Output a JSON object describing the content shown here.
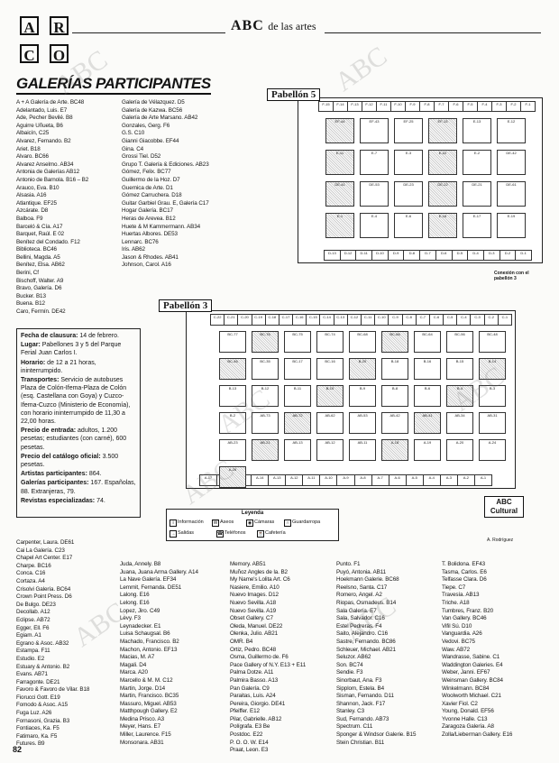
{
  "header": {
    "logo_letters": [
      "A",
      "R",
      "C",
      "O"
    ],
    "publication_title": "ABC",
    "section": "de las artes"
  },
  "gallery_section": {
    "title": "GALERÍAS PARTICIPANTES",
    "col1": [
      "A + A Galería de Arte. BC48",
      "Adelantado, Luis. E7",
      "Ade, Pecher Bevilé. B8",
      "Aguirre Uñueta, B6",
      "Albaicín, C25",
      "Alvarez, Fernando. B2",
      "Ariet. B18",
      "Alvaro. BC66",
      "Alvarez Anselmo. AB34",
      "Antonia de Galerías AB12",
      "Antonio de Barnola. B16 – B2",
      "Arauco, Eva. B10",
      "Alsasia. A16",
      "Atlantique. EF25",
      "Azcárate. D8",
      "Balboa. F9",
      "Barceló & Cía. A17",
      "Barquet, Raúl. E 02",
      "Benítez del Condado. F12",
      "Biblioteca. BC46",
      "Bellini, Magda. A5",
      "Benítez, Elsa. AB62",
      "Berini, Cf",
      "Bischoff, Walter. A9",
      "Bravo, Galería. D6",
      "Bucker. B13",
      "Buena. B12",
      "Caro, Fermín. DE42"
    ],
    "col2": [
      "Galería de Vélazquez. D5",
      "Galería de Kazwa. BC56",
      "Galería de Arte Marsano. AB42",
      "Gonzales, Gerg. F6",
      "G.S. C10",
      "Gianni Giacobbe. EF44",
      "Gina. C4",
      "Grossi Tiel. D52",
      "Grupo T. Galería & Ediciones. AB23",
      "Gómez, Felix. BC77",
      "Guillermo de la Hoz. D7",
      "Guernica de Arte. D1",
      "Gómez Carruchera. D18",
      "Guitar Garbiel Grau. E, Galería C17",
      "Hogar Galería. BC17",
      "Heras de Arevea. B12",
      "Huete & M Kammermann. AB34",
      "Huertas Albores. DE53",
      "Lennarc. BC76",
      "Iris. AB62",
      "Jason & Rhodes. AB41",
      "Johnson, Carol. A16"
    ],
    "col_bottom_1": [
      "Carpenter, Laura. DE61",
      "Cai La Galería. C23",
      "Chapel Art Center. E17",
      "Charpe. BC16",
      "Conca. C16",
      "Cortaza. A4",
      "Crisolvi Galería. BC64",
      "Crown Point Press. D6",
      "De Bulgo. DE23",
      "Decollab. A12",
      "Eclipse. AB72",
      "Egger, Ell. F6",
      "Egiam. A1",
      "Egrano & Asoc. AB32",
      "Estampa. F11",
      "Estudio. E2",
      "Estuary & Antonio. B2",
      "Evans. AB71",
      "Farragonte. DE21",
      "Favoro & Favoro de Vilar. B18",
      "Fiorucci Gott. E19",
      "Fomodo & Asoc. A15",
      "Fuga Luz. A26",
      "Fornasoni, Grazia. B3",
      "Fontiaces, Ka. F5",
      "Fatimaro, Ka. F5",
      "Futures. B9"
    ],
    "col_bottom_2": [
      "Juda, Annely. B8",
      "Juana, Juana Arma Gallery. A14",
      "La Nave Galería. EF34",
      "Lemmit, Fernanda. DE51",
      "Lalong. E16",
      "Lelong. E16",
      "Lopez, Jiro. C49",
      "Levy. F3",
      "Leynadecker. E1",
      "Luisa Schaugsal. B6",
      "Machado, Francisco. B2",
      "Machon, Antonio. EF13",
      "Macias, M. A7",
      "Magali. D4",
      "Marca. A20",
      "Marcello & M. M. C12",
      "Martin, Jorge. D14",
      "Martin, Francisco. BC35",
      "Massuro, Miguel. AB53",
      "Matthpough Gallery. E2",
      "Medina Prisco. A3",
      "Meyer, Hans. E7",
      "Miller, Laurence. F15",
      "Monsonara. AB31"
    ],
    "col_bottom_3": [
      "Memory. AB51",
      "Muñoz Angles de la. B2",
      "My Name's Lolita Art. C6",
      "Nasiere, Emilio. A10",
      "Nuevo Images. D12",
      "Nuevo Sevilla. A18",
      "Nuevo Sevilla. A19",
      "Obset Gallery. C7",
      "Oleda, Manuel. DE22",
      "Olenka, Julio. AB21",
      "OMR. B4",
      "Ortiz, Pedro. BC48",
      "Osma, Guillermo de. F6",
      "Pace Gallery of N.Y. E13 + E11",
      "Palma Dotze. A11",
      "Palmira Basso. A13",
      "Pan Galería. C9",
      "Paraitas, Luis. A24",
      "Pereira, Giorgio. DE41",
      "Pfeiffer. E12",
      "Pilar, Gabrielle. AB12",
      "Polígrafa. E3 Be",
      "Postdoc. E22",
      "P. O. O. W. E14",
      "Praat, Leon. E3"
    ],
    "col_bottom_4": [
      "Punto. F1",
      "Puyó, Antonia. AB11",
      "Hoekmann Galerie. BC68",
      "Reelsno, Santa. C17",
      "Romero, Angel. A2",
      "Riopas, Osmadeus. B14",
      "Sala Galería. E7",
      "Sala, Salvador. C16",
      "Estel Pedreras. F4",
      "Saito, Alejandro. C16",
      "Sastre, Fernando. BC86",
      "Schleuer, Michael. AB21",
      "Seluzor. AB62",
      "Son. BC74",
      "Sendie. F3",
      "Sinorbaut, Ana. F3",
      "Sipplom, Estela. B4",
      "Sisman, Fernando. D11",
      "Shannon, Jack. F17",
      "Stanley. C3",
      "Sud, Fernando. AB73",
      "Spectrum. C11",
      "Sponger & Windsor Galerie. B15",
      "Stein Christian. B11"
    ],
    "col_bottom_5": [
      "T. Bolidona. EF43",
      "Tasma, Carlos. E6",
      "Telfasse Clara. D6",
      "Tiepe. C7",
      "Travesía. AB13",
      "Triche. A18",
      "Tumbres, Franz. B20",
      "Van Gallery. BC46",
      "Vifil Sú. D10",
      "Vanguardia. A26",
      "Vedovi. BC75",
      "Waw. AB72",
      "Wandrasse, Sabine. C1",
      "Waddington Galeries. E4",
      "Weber, Janni. EF67",
      "Weinsman Gallery. BC84",
      "Winkelmann. BC84",
      "Woolworth Michael. C21",
      "Xavier Fiol. C2",
      "Young, Donald. EF56",
      "Yvonne Halle. C13",
      "Zaragoza Galería. A8",
      "Zolla/Lieberman Gallery. E16"
    ]
  },
  "info": {
    "items": [
      {
        "label": "Fecha de clausura:",
        "value": "14 de febrero."
      },
      {
        "label": "Lugar:",
        "value": "Pabellones 3 y 5 del Parque Ferial Juan Carlos I."
      },
      {
        "label": "Horario:",
        "value": "de 12 a 21 horas, ininterrumpido."
      },
      {
        "label": "Transportes:",
        "value": "Servicio de autobuses Plaza de Colón-Ifema-Plaza de Colón (esq. Castellana con Goya) y Cuzco-Ifema-Cuzco (Ministerio de Economía), con horario ininterrumpido de 11,30 a 22,00 horas."
      },
      {
        "label": "Precio de entrada:",
        "value": "adultos, 1.200 pesetas; estudiantes (con carné), 600 pesetas."
      },
      {
        "label": "Precio del catálogo oficial:",
        "value": "3.500 pesetas."
      },
      {
        "label": "Artistas participantes:",
        "value": "864."
      },
      {
        "label": "Galerías participantes:",
        "value": "167. Españolas, 88. Extranjeras, 79."
      },
      {
        "label": "Revistas especializadas:",
        "value": "74."
      }
    ]
  },
  "plan": {
    "pabellon5_label": "Pabellón 5",
    "pabellon3_label": "Pabellón 3",
    "abc_cultural": "ABC Cultural",
    "side_note": "Conexión con el pabellón 3",
    "credit": "A. Rodríguez",
    "legend": {
      "title": "Leyenda",
      "items": [
        "Información",
        "Aseos",
        "Cámaras",
        "Guardarropa",
        "Salidas",
        "Teléfonos",
        "Cafetería"
      ]
    },
    "p5_row_top": [
      "F-15",
      "F-14",
      "F-13",
      "F-12",
      "F-11",
      "F-10",
      "F-9",
      "F-8",
      "F-7",
      "F-6",
      "F-5",
      "F-4",
      "F-3",
      "F-2",
      "F-1"
    ],
    "p5_row_bottom": [
      "D-13",
      "D-12",
      "D-11",
      "D-10",
      "D-9",
      "D-8",
      "D-7",
      "D-6",
      "D-5",
      "D-4",
      "D-3",
      "D-2",
      "D-1"
    ],
    "p3_row_top": [
      "C-22",
      "C-21",
      "C-20",
      "C-19",
      "C-18",
      "C-17",
      "C-16",
      "C-15",
      "C-14",
      "C-13",
      "C-12",
      "C-11",
      "C-10",
      "C-9",
      "C-8",
      "C-7",
      "C-6",
      "C-5",
      "C-4",
      "C-3",
      "C-2",
      "C-1"
    ],
    "p3_row_bottom": [
      "A-17",
      "A-16",
      "A-15",
      "A-14",
      "A-13",
      "A-12",
      "A-11",
      "A-10",
      "A-9",
      "A-8",
      "A-7",
      "A-6",
      "A-5",
      "A-4",
      "A-3",
      "A-2",
      "A-1"
    ],
    "p5_inner": [
      "EF-44",
      "EF-43",
      "EF-25",
      "EF-13",
      "E-13",
      "E-12",
      "E-11",
      "E-7",
      "E-3",
      "E-22",
      "E-2",
      "DE-42",
      "DE-41",
      "DE-53",
      "DE-23",
      "DE-22",
      "DE-21",
      "DE-61",
      "E-1",
      "E-4",
      "E-6",
      "E-16",
      "E-17",
      "E-19"
    ],
    "p3_inner": [
      "BC-77",
      "BC-76",
      "BC-75",
      "BC-74",
      "BC-68",
      "BC-66",
      "BC-64",
      "BC-56",
      "BC-48",
      "BC-46",
      "BC-35",
      "BC-17",
      "BC-16",
      "B-20",
      "B-18",
      "B-16",
      "B-15",
      "B-14",
      "B-13",
      "B-12",
      "B-11",
      "B-10",
      "B-9",
      "B-8",
      "B-6",
      "B-4",
      "B-3",
      "B-2",
      "AB-73",
      "AB-72",
      "AB-62",
      "AB-53",
      "AB-42",
      "AB-41",
      "AB-34",
      "AB-31",
      "AB-23",
      "AB-21",
      "AB-13",
      "AB-12",
      "AB-11",
      "A-18",
      "A-19",
      "A-20",
      "A-24",
      "A-26"
    ]
  },
  "footer": {
    "page_number": "82"
  },
  "watermark": "ABC"
}
